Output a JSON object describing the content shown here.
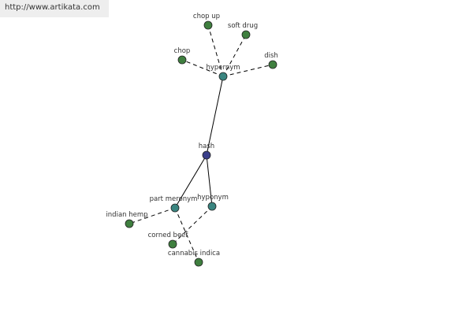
{
  "watermark": {
    "text": "http://www.artikata.com"
  },
  "colors": {
    "background": "#ffffff",
    "center_node": "#3a3f8a",
    "relation_node": "#3a8580",
    "word_node": "#3f7f3f",
    "node_stroke": "#222222",
    "edge": "#000000",
    "label": "#333333"
  },
  "graph": {
    "center": {
      "label": "hash"
    },
    "relations": [
      {
        "id": "hypernym",
        "label": "hypernym"
      },
      {
        "id": "part_meronym",
        "label": "part meronym"
      },
      {
        "id": "hyponym",
        "label": "hyponym"
      }
    ],
    "words": [
      {
        "id": "chop_up",
        "label": "chop up",
        "relation": "hypernym"
      },
      {
        "id": "soft_drug",
        "label": "soft drug",
        "relation": "hypernym"
      },
      {
        "id": "chop",
        "label": "chop",
        "relation": "hypernym"
      },
      {
        "id": "dish",
        "label": "dish",
        "relation": "hypernym"
      },
      {
        "id": "indian_hemp",
        "label": "indian hemp",
        "relation": "part_meronym"
      },
      {
        "id": "cannabis_indica",
        "label": "cannabis indica",
        "relation": "part_meronym"
      },
      {
        "id": "corned_beef",
        "label": "corned beef",
        "relation": "hyponym"
      }
    ]
  }
}
